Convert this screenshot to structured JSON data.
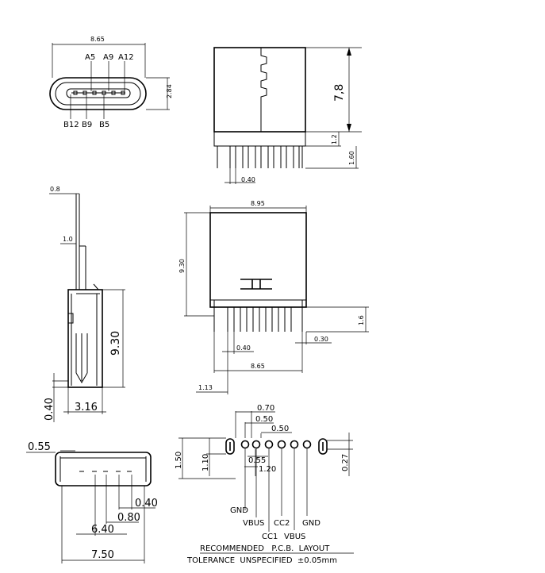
{
  "front_view": {
    "width_dim": "8.65",
    "height_dim": "2.84",
    "pins_top": [
      "A5",
      "A9",
      "A12"
    ],
    "pins_bottom": [
      "B12",
      "B9",
      "B5"
    ]
  },
  "side_view": {
    "length_dim": "7,8",
    "shell_dim": "1.2",
    "pin_dim": "1.60",
    "pin_width_dim": "0.40"
  },
  "left_view": {
    "thickness_dim": "0.8",
    "pin_dim": "1.0",
    "length_dim": "9.30",
    "pcb_dim": "0.40",
    "width_dim": "3.16"
  },
  "top_view": {
    "width_dim": "8.95",
    "length_dim": "9.30",
    "pin_dim": "1.6",
    "pin_width_dim": "0.40",
    "edge_dim": "0.30",
    "span_dim": "8.65",
    "offset_dim": "1.13"
  },
  "bottom_view": {
    "top_dim": "0.55",
    "pin_dim": "0.40",
    "mid_dim": "0.80",
    "inner_dim": "6.40",
    "total_dim": "7.50"
  },
  "pcb_layout": {
    "dims": {
      "p1": "0.70",
      "p2": "0.50",
      "p3": "0.50",
      "h1": "1.50",
      "h2": "1.10",
      "w1": "0.55",
      "w2": "1.20",
      "slot": "0.27"
    },
    "signals": [
      "GND",
      "VBUS",
      "CC1",
      "CC2",
      "VBUS",
      "GND"
    ],
    "caption": "RECOMMENDED   P.C.B.  LAYOUT",
    "tolerance": "TOLERANCE  UNSPECIFIED  ±0.05mm"
  }
}
